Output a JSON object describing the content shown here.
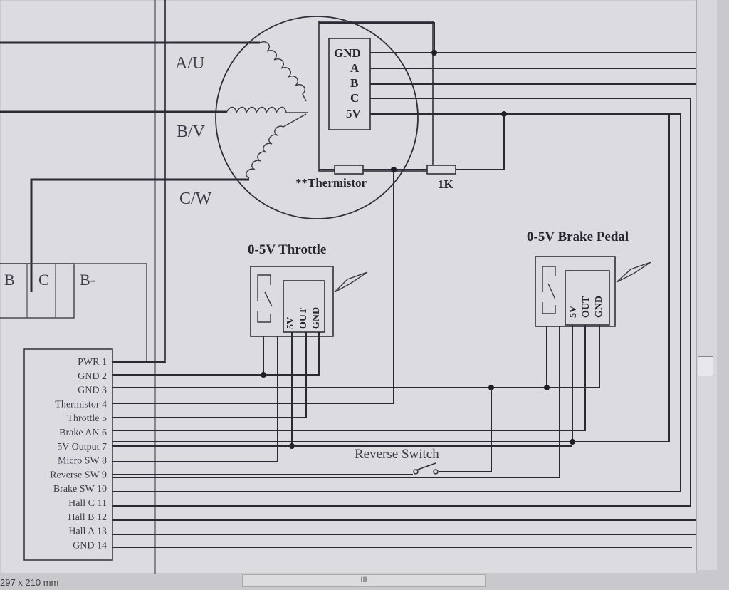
{
  "motor": {
    "phases": [
      "A/U",
      "B/V",
      "C/W"
    ],
    "thermistor_label": "**Thermistor",
    "resistor_label": "1K"
  },
  "hall_connector": {
    "pins": [
      "GND",
      "A",
      "B",
      "C",
      "5V"
    ]
  },
  "throttle": {
    "title": "0-5V  Throttle",
    "pins": [
      "5V",
      "OUT",
      "GND"
    ]
  },
  "brake_pedal": {
    "title": "0-5V Brake Pedal",
    "pins": [
      "5V",
      "OUT",
      "GND"
    ]
  },
  "battery_terminals": [
    "B",
    "C",
    "B-"
  ],
  "controller_pins": [
    "PWR 1",
    "GND 2",
    "GND 3",
    "Thermistor 4",
    "Throttle 5",
    "Brake AN 6",
    "5V Output 7",
    "Micro SW  8",
    "Reverse SW 9",
    "Brake SW 10",
    "Hall C 11",
    "Hall B 12",
    "Hall A 13",
    "GND 14"
  ],
  "reverse_switch_label": "Reverse Switch",
  "status_bar": {
    "page_size": "297 x 210 mm",
    "scroll_grip": "III"
  },
  "colors": {
    "paper": "#dcdbe0",
    "ink": "#2a2a34"
  }
}
